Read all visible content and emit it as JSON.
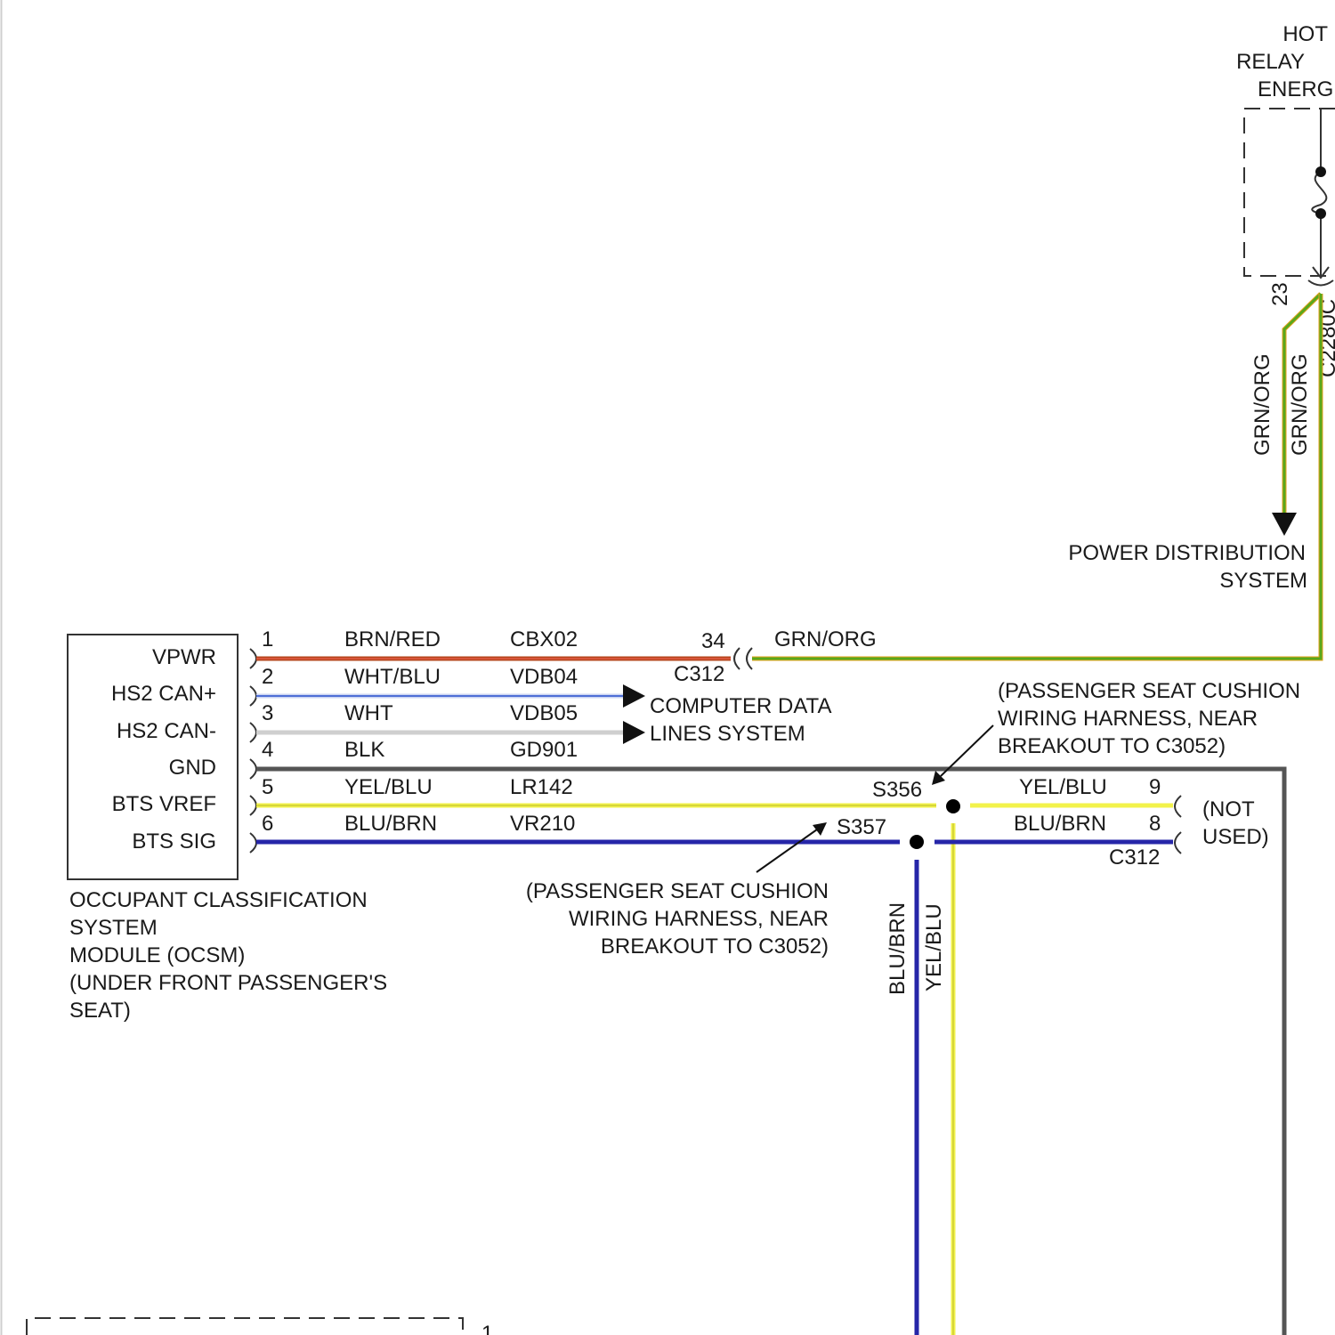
{
  "top_right": {
    "line1": "HOT",
    "line2": "RELAY",
    "line3": "ENERG",
    "pin": "23",
    "connector": "C2280C",
    "wire_label_left": "GRN/ORG",
    "wire_label_right": "GRN/ORG"
  },
  "power_distribution": {
    "line1": "POWER DISTRIBUTION",
    "line2": "SYSTEM"
  },
  "module": {
    "pins": [
      {
        "name": "VPWR",
        "num": "1",
        "color_text": "BRN/RED",
        "circuit": "CBX02"
      },
      {
        "name": "HS2 CAN+",
        "num": "2",
        "color_text": "WHT/BLU",
        "circuit": "VDB04"
      },
      {
        "name": "HS2 CAN-",
        "num": "3",
        "color_text": "WHT",
        "circuit": "VDB05"
      },
      {
        "name": "GND",
        "num": "4",
        "color_text": "BLK",
        "circuit": "GD901"
      },
      {
        "name": "BTS VREF",
        "num": "5",
        "color_text": "YEL/BLU",
        "circuit": "LR142"
      },
      {
        "name": "BTS SIG",
        "num": "6",
        "color_text": "BLU/BRN",
        "circuit": "VR210"
      }
    ],
    "caption": [
      "OCCUPANT CLASSIFICATION",
      "SYSTEM",
      "MODULE (OCSM)",
      "(UNDER FRONT PASSENGER'S",
      "SEAT)"
    ]
  },
  "c312_top": {
    "pin": "34",
    "connector": "C312",
    "wire_color": "GRN/ORG"
  },
  "computer_data": {
    "line1": "COMPUTER DATA",
    "line2": "LINES SYSTEM"
  },
  "splice_note_right": [
    "(PASSENGER SEAT CUSHION",
    "WIRING HARNESS, NEAR",
    "BREAKOUT TO C3052)"
  ],
  "splice_note_left": [
    "(PASSENGER SEAT CUSHION",
    "WIRING HARNESS, NEAR",
    "BREAKOUT TO C3052)"
  ],
  "splices": {
    "s356": "S356",
    "s357": "S357"
  },
  "c312_bottom": {
    "yel_label": "YEL/BLU",
    "yel_pin": "9",
    "blu_label": "BLU/BRN",
    "blu_pin": "8",
    "connector": "C312",
    "not_used_line1": "(NOT",
    "not_used_line2": "USED)"
  },
  "vertical_labels": {
    "blu": "BLU/BRN",
    "yel": "YEL/BLU"
  },
  "bottom_left_pin": "1",
  "colors": {
    "brn_red": "#b5451b",
    "grn_org_green": "#58a81c",
    "grn_org_orange": "#e6a21e",
    "wht_blu": "#4f6fd6",
    "wht": "#cfcfcf",
    "blk": "#555555",
    "yel": "#f2f24a",
    "blu": "#2626a8"
  }
}
